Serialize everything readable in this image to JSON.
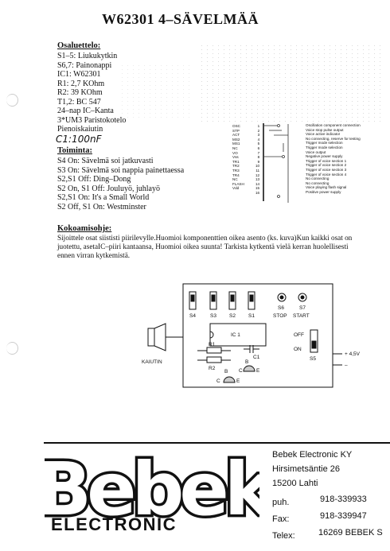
{
  "title": "W62301 4–SÄVELMÄÄ",
  "parts": {
    "heading": "Osaluettelo:",
    "items": [
      "S1–5: Liukukytkin",
      "S6,7: Painonappi",
      "IC1: W62301",
      "R1: 2,7 KOhm",
      "R2: 39 KOhm",
      "T1,2: BC 547",
      "24–nap IC–Kanta",
      "3*UM3 Paristokotelo",
      "Pienoiskaiutin"
    ],
    "handwritten": "C1:100nF"
  },
  "functions": {
    "heading": "Toiminta:",
    "items": [
      "S4 On: Sävelmä soi jatkuvasti",
      "S3 On: Sävelmä soi nappia painettaessa",
      "S2,S1 Off: Ding–Dong",
      "S2 On, S1 Off: Jouluyö, juhlayö",
      "S2,S1 On: It's a Small World",
      "S2 Off, S1 On: Westminster"
    ]
  },
  "pin_table": {
    "names": [
      "OSC",
      "STP",
      "ACT",
      "MS2",
      "MS1",
      "NC",
      "VO",
      "Vss",
      "TR1",
      "TR2",
      "TR3",
      "TR4",
      "NC",
      "FLASH",
      "Vdd"
    ],
    "numbers": [
      "1",
      "2",
      "3",
      "4",
      "5",
      "6",
      "7",
      "8",
      "9",
      "10",
      "11",
      "12",
      "13",
      "14",
      "15",
      "16"
    ],
    "descriptions": [
      "Oscillation component connection",
      "Voice stop pulse output",
      "Voice active indicator",
      "No connecting, reserve for testing",
      "Trigger mode selection",
      "Trigger mode selection",
      "Voice output",
      "Negative power supply",
      "Trigger of voice section 1",
      "Trigger of voice section 2",
      "Trigger of voice section 3",
      "Trigger of voice section 4",
      "No connecting",
      "No connecting",
      "Voice playing flash signal",
      "Positive power supply"
    ]
  },
  "assembly": {
    "heading": "Kokoamisohje:",
    "text": "Sijoittele osat siististi piirilevylle.Huomioi komponenttien oikea asento (ks. kuva)Kun kaikki osat on juotettu, asetaIC–piiri kantaansa, Huomioi oikea suunta! Tarkista kytkentä vielä kerran huolellisesti ennen virran kytkemistä."
  },
  "diagram": {
    "switches": [
      "S4",
      "S3",
      "S2",
      "S1"
    ],
    "buttons": [
      "S6",
      "S7"
    ],
    "stop": "STOP",
    "start": "START",
    "ic": "IC 1",
    "off": "OFF",
    "on": "ON",
    "s5": "S5",
    "voltage": "+ 4,5V",
    "minus": "–",
    "speaker": "KAIUTIN",
    "r1": "R1",
    "r2": "R2",
    "c1": "C1",
    "t_b1": "B",
    "t_b2": "B",
    "t_c1": "C",
    "t_c2": "C",
    "t_e1": "E",
    "t_e2": "E"
  },
  "company": {
    "logo_top": "Bebek",
    "logo_bottom": "ELECTRONIC",
    "name": "Bebek Electronic KY",
    "street": "Hirsimetsäntie 26",
    "city": "15200 Lahti",
    "phone_label": "puh.",
    "phone": "918-339933",
    "fax_label": "Fax:",
    "fax": "918-339947",
    "telex_label": "Telex:",
    "telex": "16269 BEBEK S"
  }
}
